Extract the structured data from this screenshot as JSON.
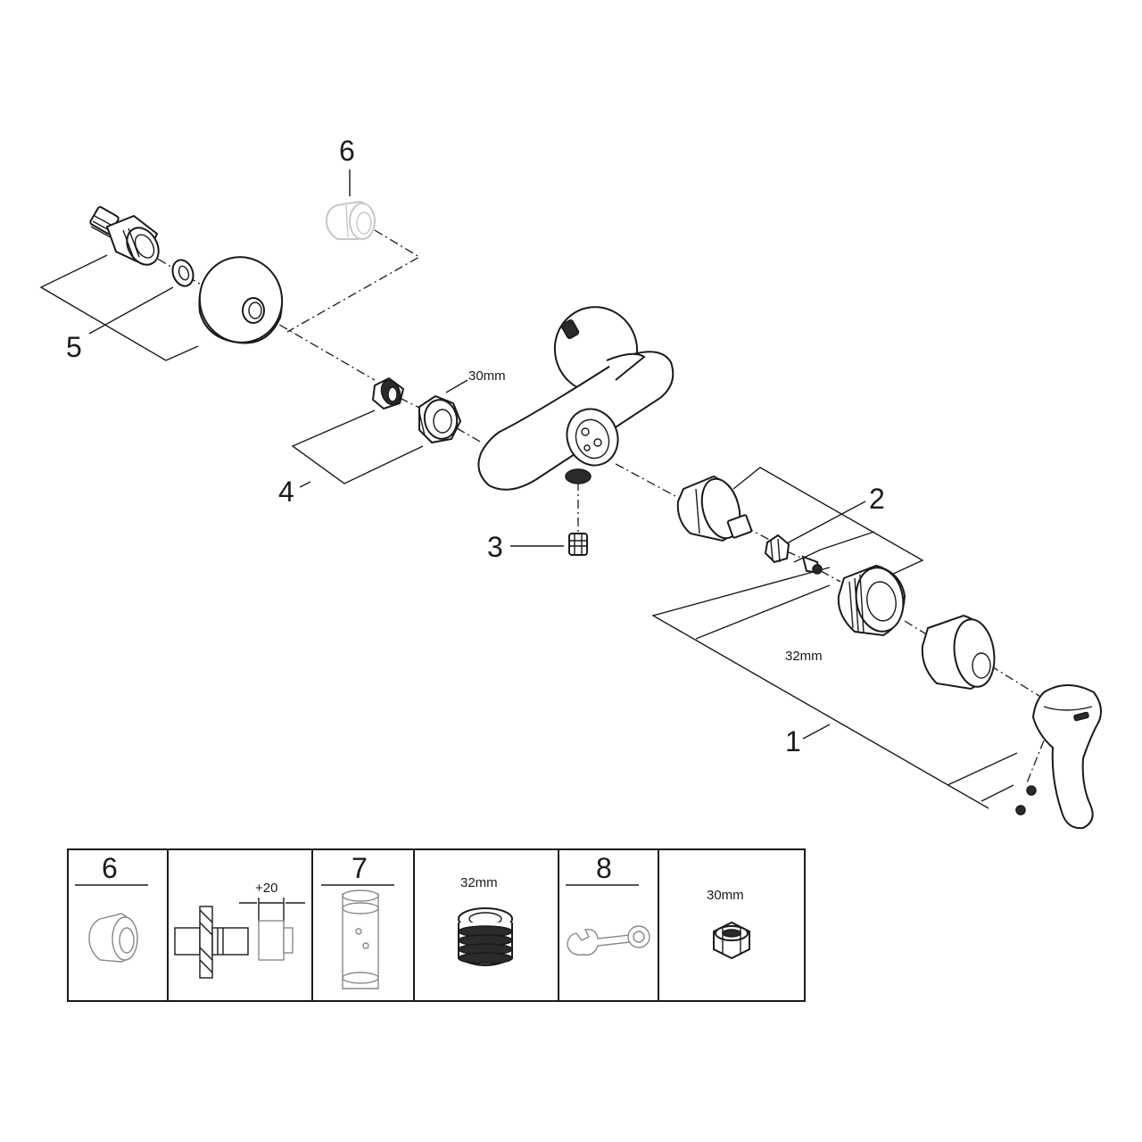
{
  "callouts": {
    "c1": "1",
    "c2": "2",
    "c3": "3",
    "c4": "4",
    "c5": "5",
    "c6": "6"
  },
  "dimensions": {
    "nut_30": "30mm",
    "nut_32": "32mm"
  },
  "accessory_table": {
    "cells": [
      {
        "number": "6",
        "dimension": ""
      },
      {
        "number": "",
        "dimension": "+20"
      },
      {
        "number": "7",
        "dimension": ""
      },
      {
        "number": "",
        "dimension": "32mm"
      },
      {
        "number": "8",
        "dimension": ""
      },
      {
        "number": "",
        "dimension": "30mm"
      }
    ]
  },
  "icons": {
    "mixer_body": "shower-mixer-body-icon",
    "cartridge": "cartridge-icon",
    "lever": "lever-handle-icon",
    "rosette": "rosette-icon",
    "wrench": "wrench-icon",
    "extension": "extension-sleeve-icon"
  },
  "colors": {
    "line": "#1a1a1a",
    "ghost": "#c8c8c8",
    "background": "#ffffff"
  }
}
